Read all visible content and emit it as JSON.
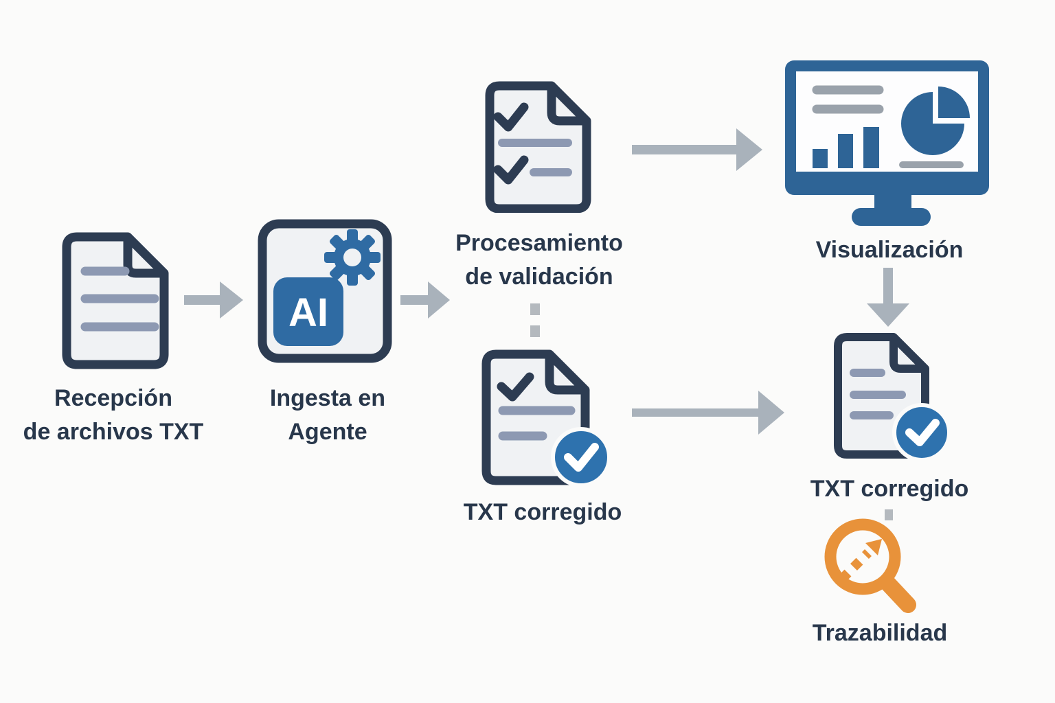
{
  "diagram": {
    "nodes": [
      {
        "id": "recepcion-archivos",
        "label": "Recepción\nde archivos TXT",
        "icon": "document-icon"
      },
      {
        "id": "ingesta-agente",
        "label": "Ingesta en\nAgente",
        "icon": "ai-gear-icon",
        "badge_text": "AI"
      },
      {
        "id": "procesamiento-validacion",
        "label": "Procesamiento\nde validación",
        "icon": "checklist-document-icon"
      },
      {
        "id": "txt-corregido-centro",
        "label": "TXT corregido",
        "icon": "document-check-badge-icon"
      },
      {
        "id": "visualizacion",
        "label": "Visualización",
        "icon": "monitor-dashboard-icon"
      },
      {
        "id": "txt-corregido-final",
        "label": "TXT corregido",
        "icon": "document-check-badge-icon"
      },
      {
        "id": "trazabilidad",
        "label": "Trazabilidad",
        "icon": "magnifier-trend-icon"
      }
    ],
    "connectors": [
      {
        "from": "recepcion-archivos",
        "to": "ingesta-agente",
        "type": "arrow-right"
      },
      {
        "from": "ingesta-agente",
        "to": "procesamiento-validacion",
        "type": "arrow-right"
      },
      {
        "from": "procesamiento-validacion",
        "to": "txt-corregido-centro",
        "type": "dashed-vertical"
      },
      {
        "from": "procesamiento-validacion",
        "to": "visualizacion",
        "type": "arrow-right"
      },
      {
        "from": "txt-corregido-centro",
        "to": "txt-corregido-final",
        "type": "arrow-right"
      },
      {
        "from": "visualizacion",
        "to": "txt-corregido-final",
        "type": "arrow-down"
      },
      {
        "from": "txt-corregido-final",
        "to": "trazabilidad",
        "type": "dashed-vertical"
      }
    ],
    "colors": {
      "background": "#fbfbfa",
      "navy_outline": "#2d3c52",
      "label_text": "#28374b",
      "blue": "#2e6496",
      "blue_accent": "#2f6ba3",
      "badge_blue": "#2e72ae",
      "arrow_gray": "#a9b2bb",
      "dash_gray": "#b4b9be",
      "doc_fill": "#f0f2f4",
      "doc_line_gray": "#8d99b2",
      "monitor_line_gray": "#9aa2ab",
      "orange": "#e8923a"
    }
  }
}
